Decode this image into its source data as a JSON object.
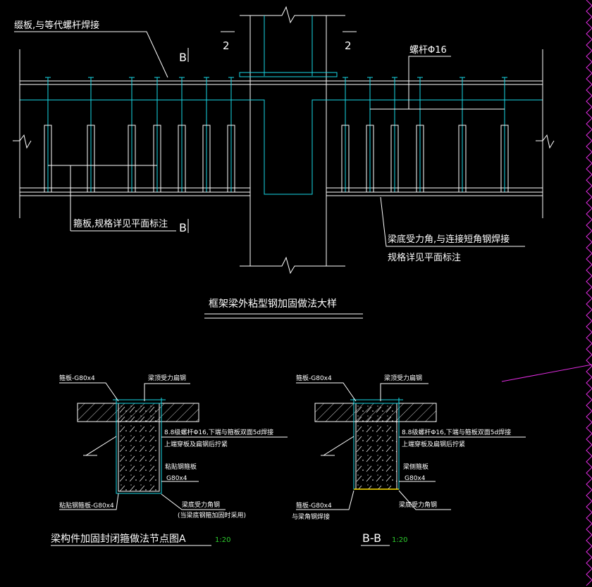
{
  "elevation": {
    "label_batten_plate": "缀板,与等代螺杆焊接",
    "label_section_mark_top": "B",
    "label_section_mark_bottom": "B",
    "label_cut_left": "2",
    "label_cut_right": "2",
    "label_bolt": "螺杆Φ16",
    "label_stirrup_plate": "箍板,规格详见平面标注",
    "label_bottom_angle_1": "梁底受力角,与连接短角钢焊接",
    "label_bottom_angle_2": "规格详见平面标注",
    "title": "框架梁外粘型钢加固做法大样"
  },
  "detail_a": {
    "label_stirrup": "箍板-G80x4",
    "label_top_angle": "梁顶受力扁钢",
    "label_bolt_1": "8.8级螺杆Φ16,下端与箍板双面5d焊接",
    "label_bolt_2": "上端穿板及扁钢后拧紧",
    "label_side_plate_1": "粘贴钢箍板",
    "label_side_plate_2": "G80x4",
    "label_bottom_plate": "粘贴钢箍板-G80x4",
    "label_bottom_angle_1": "梁底受力角钢",
    "label_bottom_angle_2": "(当梁底钢箍加固时采用)",
    "title": "梁构件加固封闭箍做法节点图A",
    "scale": "1:20"
  },
  "detail_b": {
    "label_stirrup": "箍板-G80x4",
    "label_top_angle": "梁顶受力扁钢",
    "label_bolt_1": "8.8级螺杆Φ16,下端与箍板双面5d焊接",
    "label_bolt_2": "上端穿板及扁钢后拧紧",
    "label_side_plate_1": "梁侧箍板",
    "label_side_plate_2": "G80x4",
    "label_bottom_plate_1": "箍板-G80x4",
    "label_bottom_plate_2": "与梁角钢焊接",
    "label_bottom_angle": "梁底受力角钢",
    "title": "B-B",
    "scale": "1:20"
  }
}
